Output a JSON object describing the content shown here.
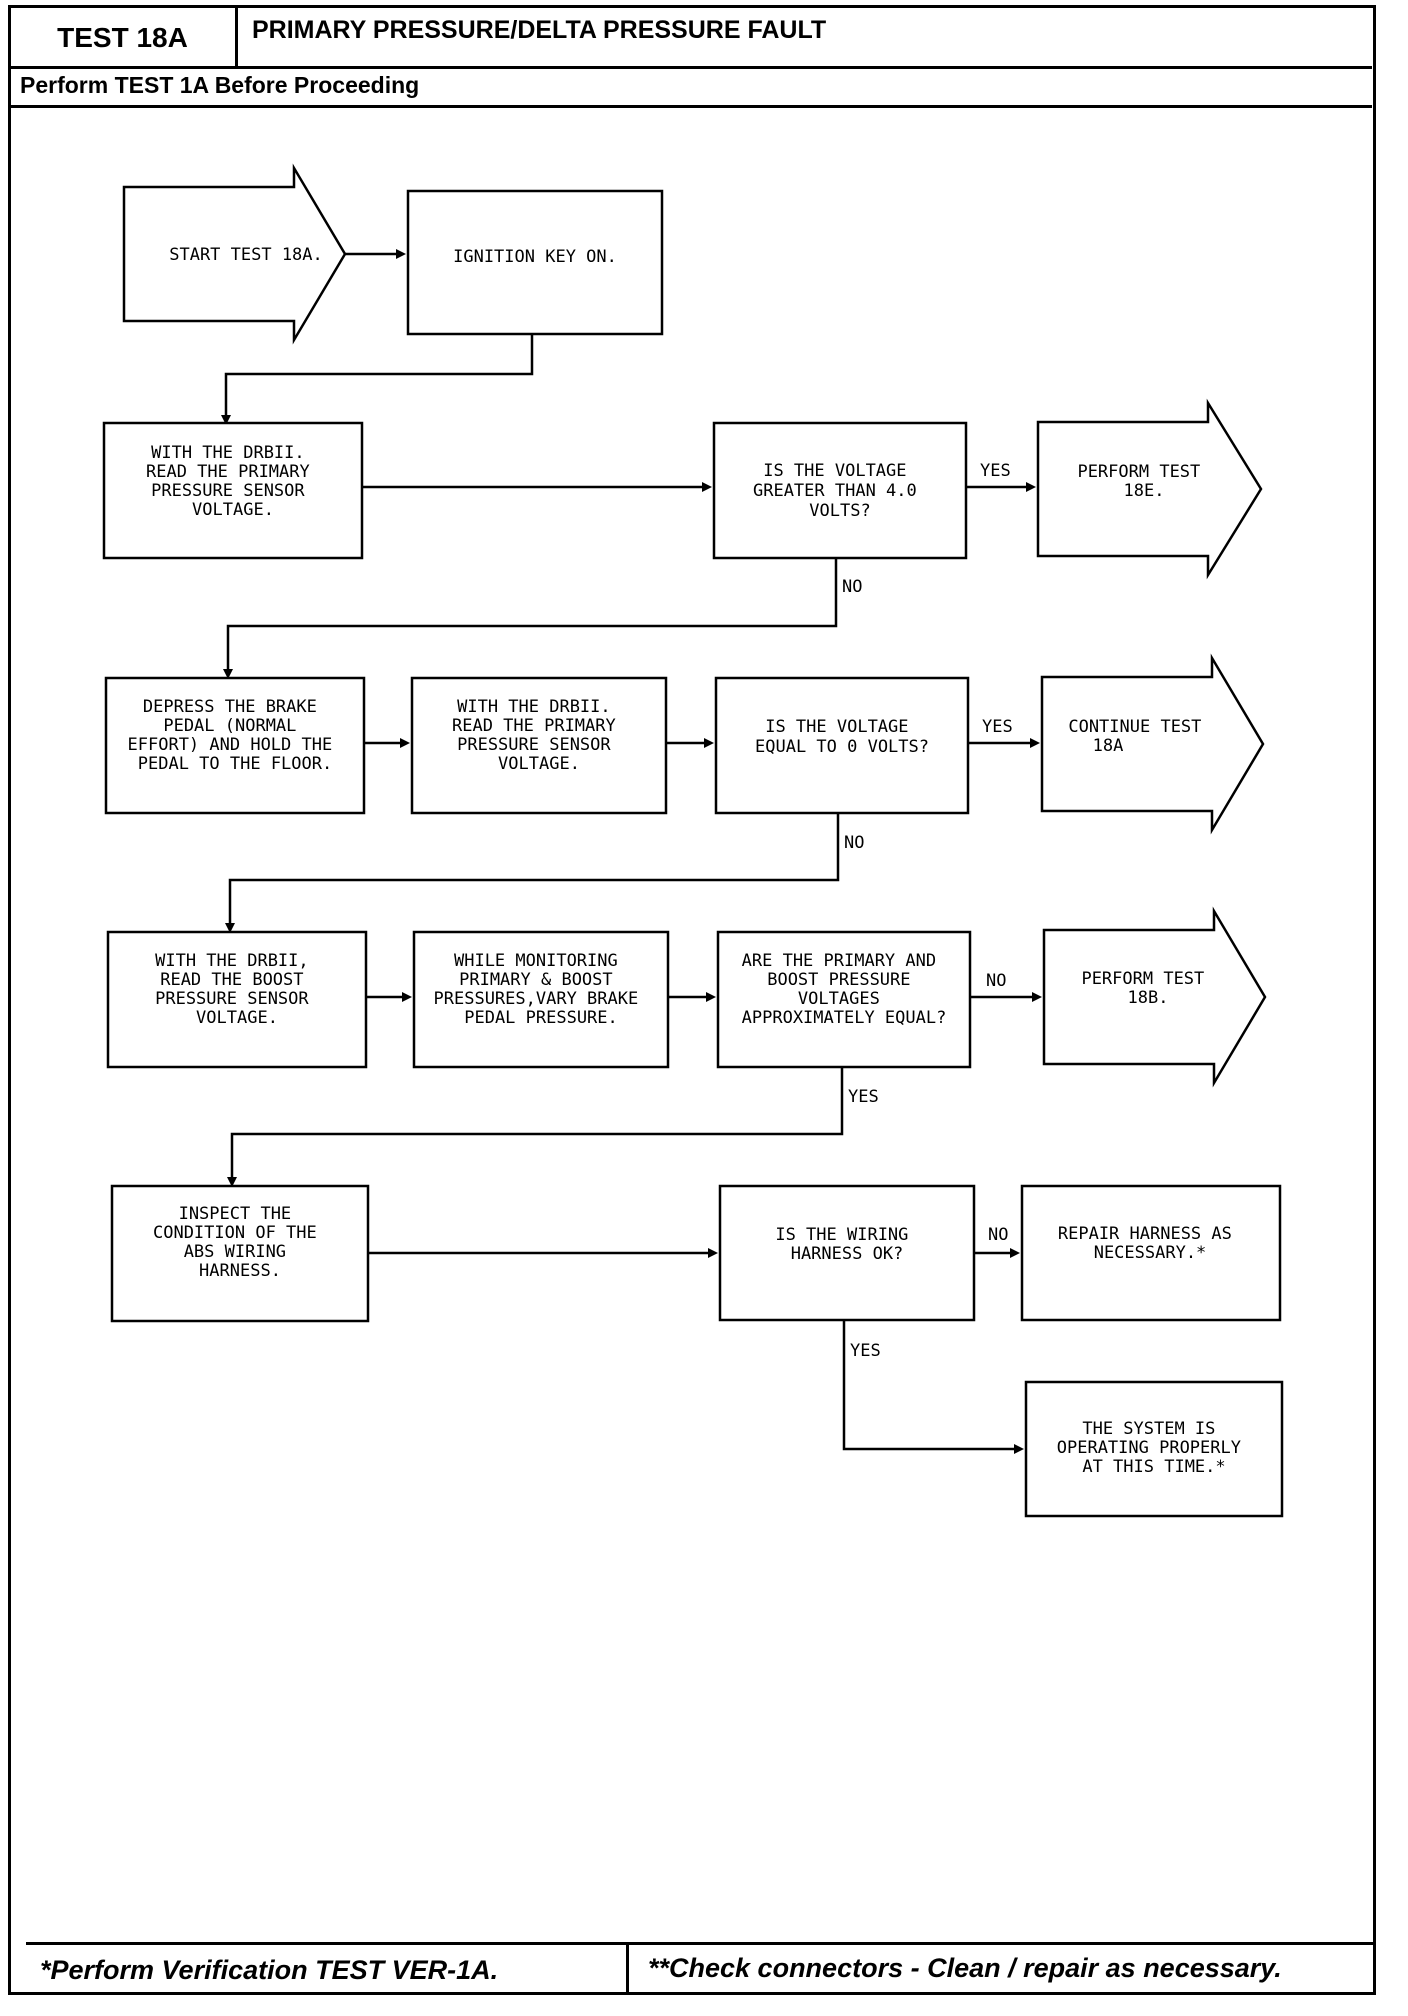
{
  "header": {
    "test_id": "TEST 18A",
    "title": "PRIMARY PRESSURE/DELTA PRESSURE FAULT",
    "subtitle": "Perform TEST 1A Before Proceeding"
  },
  "footer": {
    "left_note": "*Perform Verification TEST VER-1A.",
    "right_note": "**Check connectors - Clean / repair as necessary."
  },
  "flow": {
    "start": [
      "START TEST 18A."
    ],
    "ignition": [
      "IGNITION KEY ON."
    ],
    "read_primary_1": [
      "WITH THE DRBII.",
      "READ THE PRIMARY",
      "PRESSURE SENSOR",
      "VOLTAGE."
    ],
    "q_greater_4": [
      "IS THE VOLTAGE",
      "GREATER THAN 4.0",
      "VOLTS?"
    ],
    "perform_18e": [
      "PERFORM TEST",
      "18E."
    ],
    "depress_pedal": [
      "DEPRESS THE BRAKE",
      "PEDAL (NORMAL",
      "EFFORT) AND HOLD THE",
      "PEDAL TO THE FLOOR."
    ],
    "read_primary_2": [
      "WITH THE DRBII.",
      "READ THE PRIMARY",
      "PRESSURE SENSOR",
      "VOLTAGE."
    ],
    "q_equal_0": [
      "IS THE VOLTAGE",
      "EQUAL TO 0 VOLTS?"
    ],
    "continue_18a": [
      "CONTINUE TEST",
      "18A"
    ],
    "read_boost": [
      "WITH THE DRBII,",
      "READ THE BOOST",
      "PRESSURE SENSOR",
      "VOLTAGE."
    ],
    "monitor": [
      "WHILE MONITORING",
      "PRIMARY & BOOST",
      "PRESSURES,VARY BRAKE",
      "PEDAL PRESSURE."
    ],
    "q_approx_equal": [
      "ARE THE PRIMARY AND",
      "BOOST PRESSURE",
      "VOLTAGES",
      "APPROXIMATELY EQUAL?"
    ],
    "perform_18b": [
      "PERFORM TEST",
      "18B."
    ],
    "inspect": [
      "INSPECT THE",
      "CONDITION OF THE",
      "ABS WIRING",
      "HARNESS."
    ],
    "q_harness_ok": [
      "IS THE WIRING",
      "HARNESS OK?"
    ],
    "repair": [
      "REPAIR HARNESS AS",
      "NECESSARY.*"
    ],
    "system_ok": [
      "THE SYSTEM IS",
      "OPERATING PROPERLY",
      "AT THIS TIME.*"
    ]
  },
  "labels": {
    "yes": "YES",
    "no": "NO"
  }
}
